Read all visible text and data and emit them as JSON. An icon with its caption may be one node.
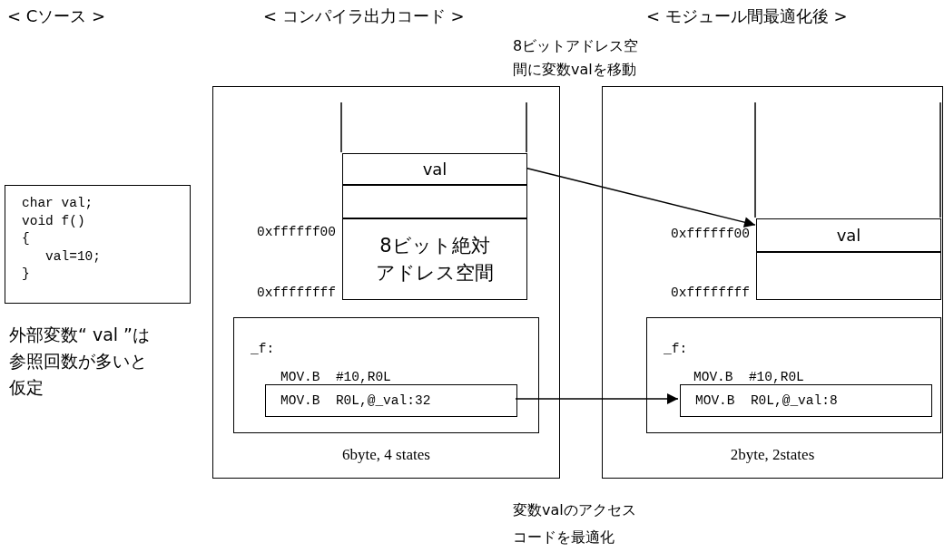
{
  "diagram": {
    "nodes": [
      {
        "text": [
          "char val;",
          "void f()",
          "{",
          "   val=10;",
          "}"
        ],
        "beside": [
          "外部変数“ val ”は参照回数が多いと仮定"
        ]
      },
      {
        "text": [
          "6byte, 4 states"
        ]
      },
      {
        "text": [
          "val"
        ],
        "in": 1
      },
      {
        "text": [],
        "shape": "box",
        "in": 1
      },
      {
        "text": [
          "8ビット絶対アドレス空間"
        ],
        "in": 1
      },
      {
        "text": [
          "_f:",
          "MOV.B  #10,R0L"
        ],
        "in": 1
      },
      {
        "text": [
          "MOV.B  R0L,@_val:32"
        ],
        "in": 5
      },
      {
        "text": [
          "2byte, 2states"
        ]
      },
      {
        "text": [
          "val"
        ],
        "in": 7
      },
      {
        "text": [],
        "shape": "box",
        "in": 7
      },
      {
        "text": [
          "_f:",
          "MOV.B  #10,R0L"
        ],
        "in": 7
      },
      {
        "text": [
          "MOV.B  R0L,@_val:8"
        ],
        "in": 10
      }
    ],
    "edges": [
      {
        "from": 2,
        "to": 8,
        "arrow": "to"
      },
      {
        "from": 6,
        "to": 11,
        "arrow": "to"
      }
    ],
    "labels": [
      "< Cソース >",
      "< コンパイラ出力コード >",
      "< モジュール間最適化後 >",
      "8ビットアドレス空間に変数valを移動",
      "0xffffff00",
      "0xffffff00",
      "0xffffffff",
      "0xffffffff",
      "変数valのアクセスコードを最適化"
    ]
  }
}
